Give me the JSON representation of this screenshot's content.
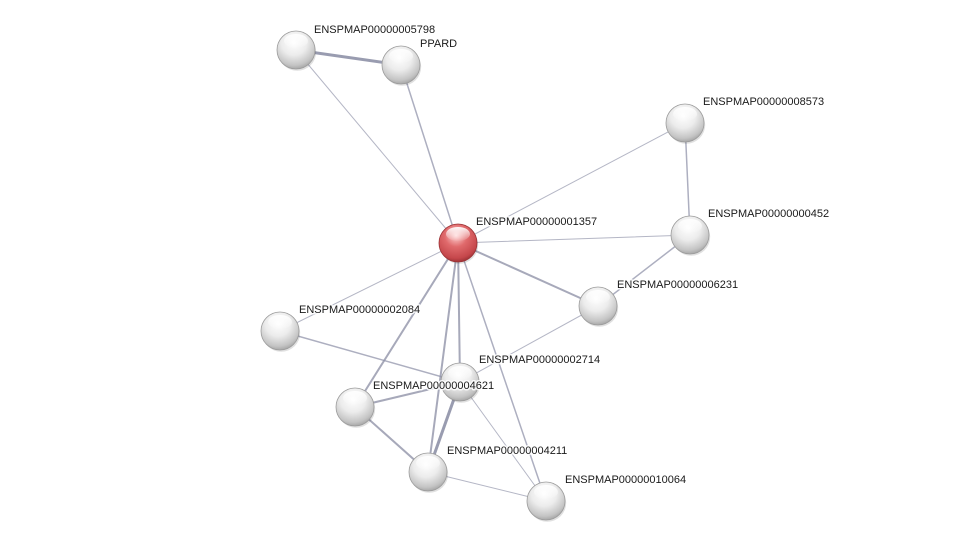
{
  "network": {
    "colors": {
      "query_node": "#d9565a",
      "node": "#d8d8d8",
      "edge": "#8f92a8"
    },
    "nodes": [
      {
        "id": "n5798",
        "label": "ENSPMAP00000005798",
        "query": false
      },
      {
        "id": "ppard",
        "label": "PPARD",
        "query": false
      },
      {
        "id": "n8573",
        "label": "ENSPMAP00000008573",
        "query": false
      },
      {
        "id": "n1357",
        "label": "ENSPMAP00000001357",
        "query": true
      },
      {
        "id": "n0452",
        "label": "ENSPMAP00000000452",
        "query": false
      },
      {
        "id": "n6231",
        "label": "ENSPMAP00000006231",
        "query": false
      },
      {
        "id": "n2084",
        "label": "ENSPMAP00000002084",
        "query": false
      },
      {
        "id": "n2714",
        "label": "ENSPMAP00000002714",
        "query": false
      },
      {
        "id": "n4621",
        "label": "ENSPMAP00000004621",
        "query": false
      },
      {
        "id": "n4211",
        "label": "ENSPMAP00000004211",
        "query": false
      },
      {
        "id": "n10064",
        "label": "ENSPMAP00000010064",
        "query": false
      }
    ],
    "edges": [
      {
        "source": "n5798",
        "target": "ppard",
        "weight": 3
      },
      {
        "source": "n5798",
        "target": "n1357",
        "weight": 1
      },
      {
        "source": "ppard",
        "target": "n1357",
        "weight": 1.5
      },
      {
        "source": "n8573",
        "target": "n1357",
        "weight": 1
      },
      {
        "source": "n8573",
        "target": "n0452",
        "weight": 1.5
      },
      {
        "source": "n1357",
        "target": "n0452",
        "weight": 1
      },
      {
        "source": "n1357",
        "target": "n6231",
        "weight": 2
      },
      {
        "source": "n0452",
        "target": "n6231",
        "weight": 1.5
      },
      {
        "source": "n1357",
        "target": "n2084",
        "weight": 1
      },
      {
        "source": "n1357",
        "target": "n4621",
        "weight": 2
      },
      {
        "source": "n1357",
        "target": "n2714",
        "weight": 2
      },
      {
        "source": "n1357",
        "target": "n4211",
        "weight": 2
      },
      {
        "source": "n1357",
        "target": "n10064",
        "weight": 1.5
      },
      {
        "source": "n6231",
        "target": "n2714",
        "weight": 1
      },
      {
        "source": "n2084",
        "target": "n2714",
        "weight": 1.5
      },
      {
        "source": "n4621",
        "target": "n2714",
        "weight": 2
      },
      {
        "source": "n4621",
        "target": "n4211",
        "weight": 2
      },
      {
        "source": "n2714",
        "target": "n4211",
        "weight": 3
      },
      {
        "source": "n2714",
        "target": "n10064",
        "weight": 1
      },
      {
        "source": "n4211",
        "target": "n10064",
        "weight": 1
      }
    ]
  }
}
